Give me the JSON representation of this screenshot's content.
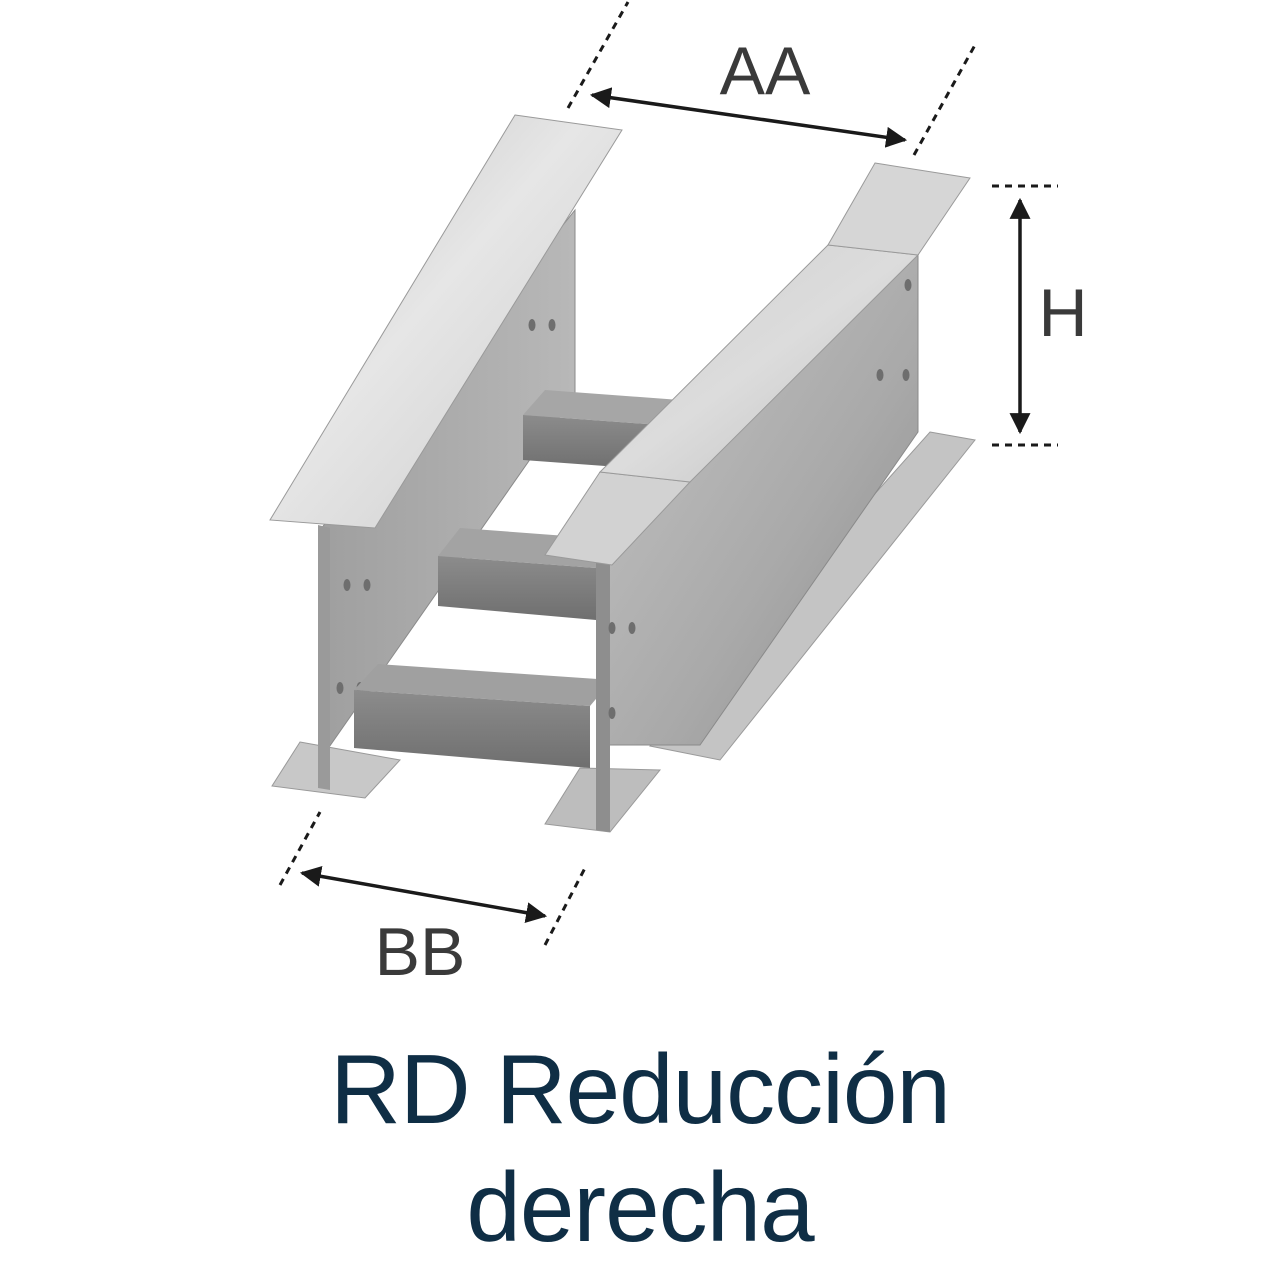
{
  "dimensions": {
    "top_width": "AA",
    "bottom_width": "BB",
    "height": "H"
  },
  "caption": {
    "line1": "RD Reducción",
    "line2": "derecha"
  },
  "colors": {
    "caption": "#0f2e45",
    "dimension_text": "#3a3a3a",
    "steel_light": "#d4d4d4",
    "steel_mid": "#b2b2b2",
    "steel_dark": "#7a7a7a"
  }
}
